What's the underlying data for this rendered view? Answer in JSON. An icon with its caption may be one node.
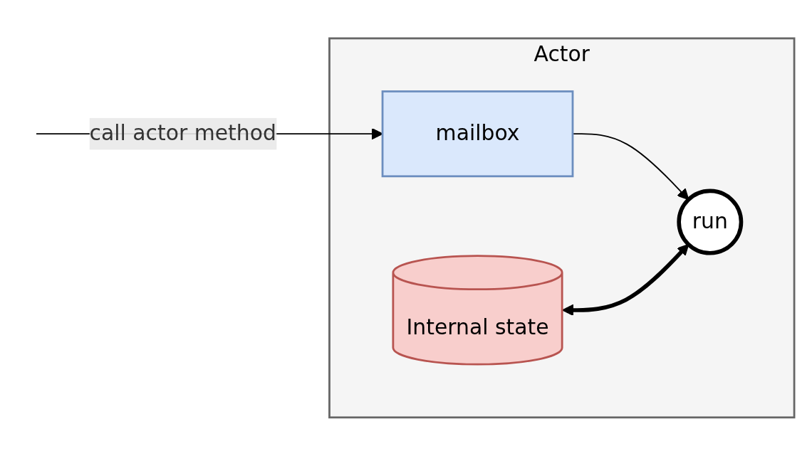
{
  "diagram": {
    "nodes": [
      {
        "text": [
          "Actor"
        ]
      },
      {
        "text": [
          "mailbox"
        ],
        "in": 0
      },
      {
        "text": [
          "Internal state"
        ],
        "in": 0
      },
      {
        "text": [
          "run"
        ],
        "in": 0
      }
    ],
    "edges": [
      {
        "from": null,
        "to": 1,
        "arrow": "to",
        "label": "call actor method"
      },
      {
        "from": 1,
        "to": 3,
        "arrow": "to"
      },
      {
        "from": 2,
        "to": 3,
        "arrow": "both",
        "style": "thick"
      }
    ]
  }
}
